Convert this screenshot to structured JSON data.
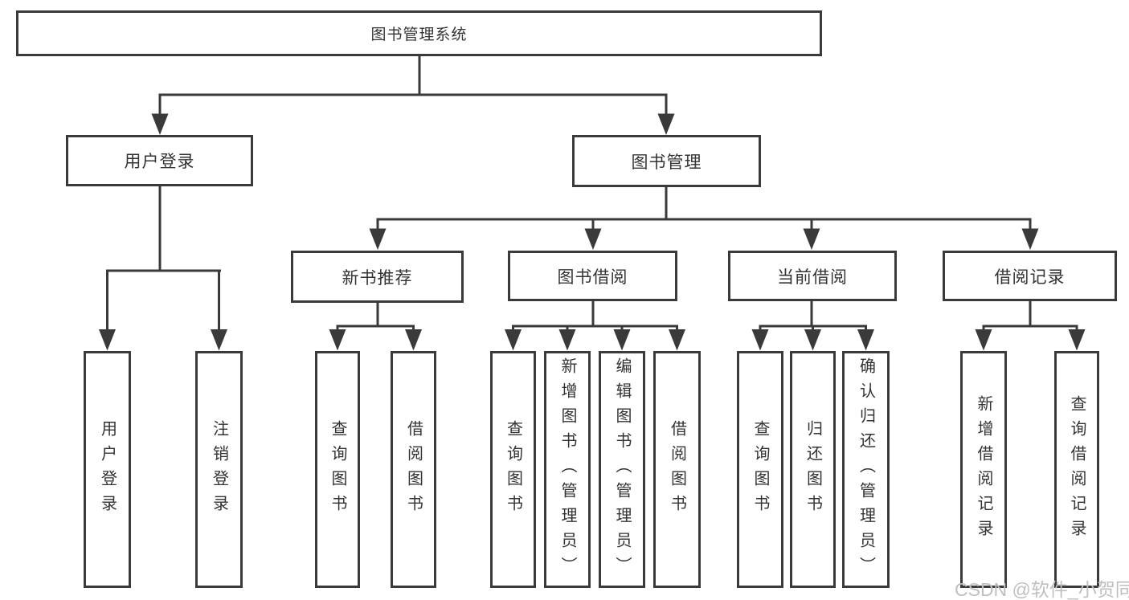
{
  "diagram": {
    "root": {
      "label": "图书管理系统"
    },
    "level2": [
      {
        "label": "用户登录"
      },
      {
        "label": "图书管理"
      }
    ],
    "level3": [
      {
        "label": "新书推荐"
      },
      {
        "label": "图书借阅"
      },
      {
        "label": "当前借阅"
      },
      {
        "label": "借阅记录"
      }
    ],
    "leaves": [
      {
        "label": "用户登录"
      },
      {
        "label": "注销登录"
      },
      {
        "label": "查询图书"
      },
      {
        "label": "借阅图书"
      },
      {
        "label": "查询图书"
      },
      {
        "label": "新增图书（管理员）"
      },
      {
        "label": "编辑图书（管理员）"
      },
      {
        "label": "借阅图书"
      },
      {
        "label": "查询图书"
      },
      {
        "label": "归还图书"
      },
      {
        "label": "确认归还（管理员）"
      },
      {
        "label": "新增借阅记录"
      },
      {
        "label": "查询借阅记录"
      }
    ],
    "colors": {
      "line": "#3a3a3a",
      "text": "#333333",
      "background": "#ffffff",
      "watermark": "#bfbfbf"
    }
  },
  "watermark": {
    "text": "CSDN @软件_小贺同学"
  }
}
